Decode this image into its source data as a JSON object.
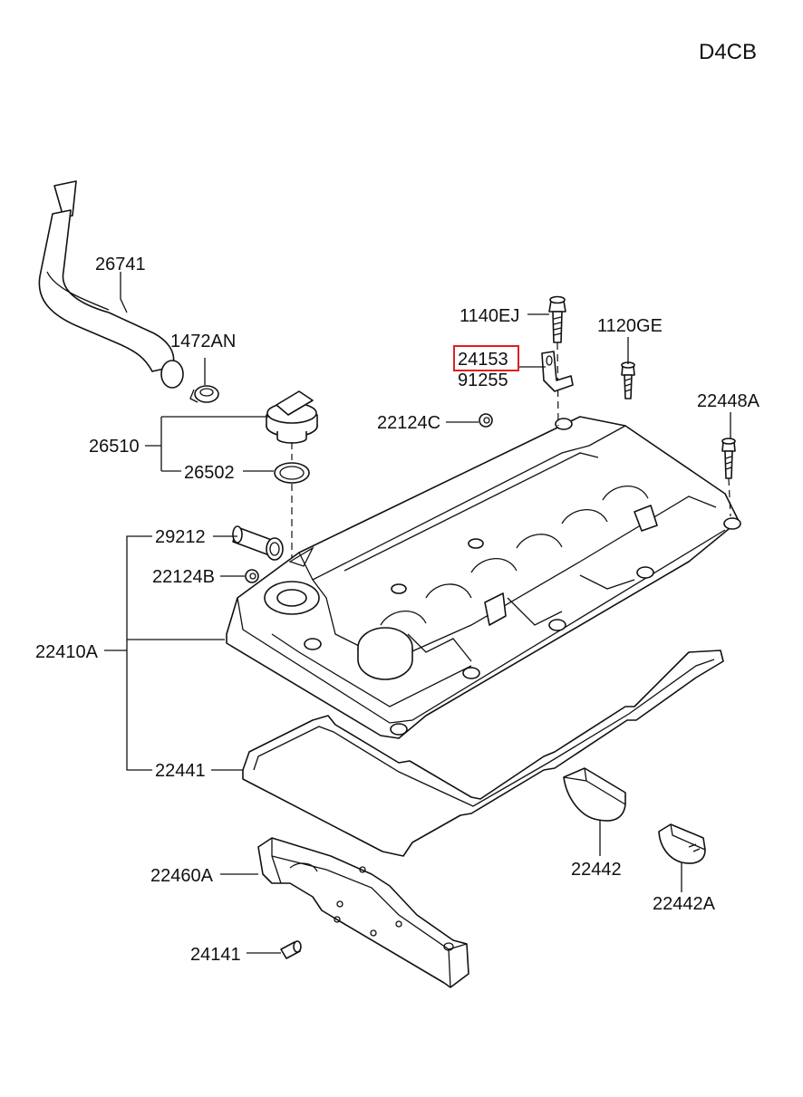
{
  "engine_code": "D4CB",
  "highlight_color": "#e02020",
  "parts": {
    "p26741": "26741",
    "p1472AN": "1472AN",
    "p26510": "26510",
    "p26502": "26502",
    "p29212": "29212",
    "p22124B": "22124B",
    "p22410A": "22410A",
    "p22441": "22441",
    "p1140EJ": "1140EJ",
    "p24153": "24153",
    "p91255": "91255",
    "p1120GE": "1120GE",
    "p22124C": "22124C",
    "p22448A": "22448A",
    "p22442": "22442",
    "p22442A": "22442A",
    "p22460A": "22460A",
    "p24141": "24141"
  }
}
